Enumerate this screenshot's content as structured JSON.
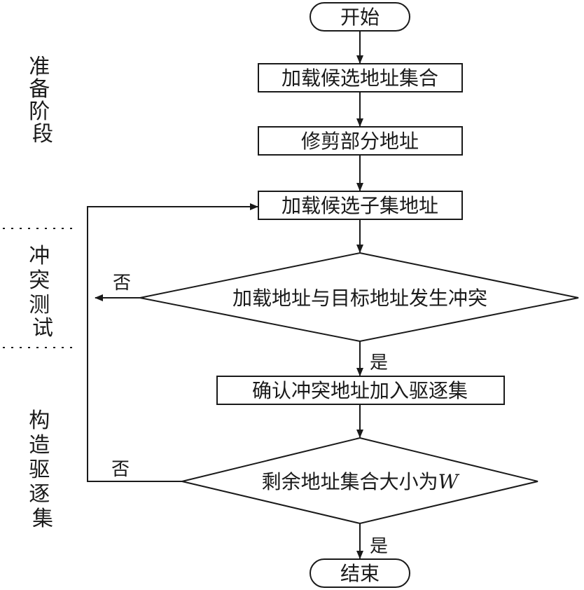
{
  "nodes": {
    "start": "开始",
    "load_candidates": "加载候选地址集合",
    "prune": "修剪部分地址",
    "load_subset": "加载候选子集地址",
    "conflict_check": "加载地址与目标地址发生冲突",
    "confirm_add": "确认冲突地址加入驱逐集",
    "size_check_prefix": "剩余地址集合大小为",
    "size_check_var": "W",
    "end": "结束"
  },
  "edges": {
    "conflict_no": "否",
    "conflict_yes": "是",
    "size_no": "否",
    "size_yes": "是"
  },
  "phases": {
    "prepare": [
      "准",
      "备",
      "阶",
      "段"
    ],
    "conflict_test": [
      "冲",
      "突",
      "测",
      "试"
    ],
    "build_set": [
      "构",
      "造",
      "驱",
      "逐",
      "集"
    ]
  }
}
